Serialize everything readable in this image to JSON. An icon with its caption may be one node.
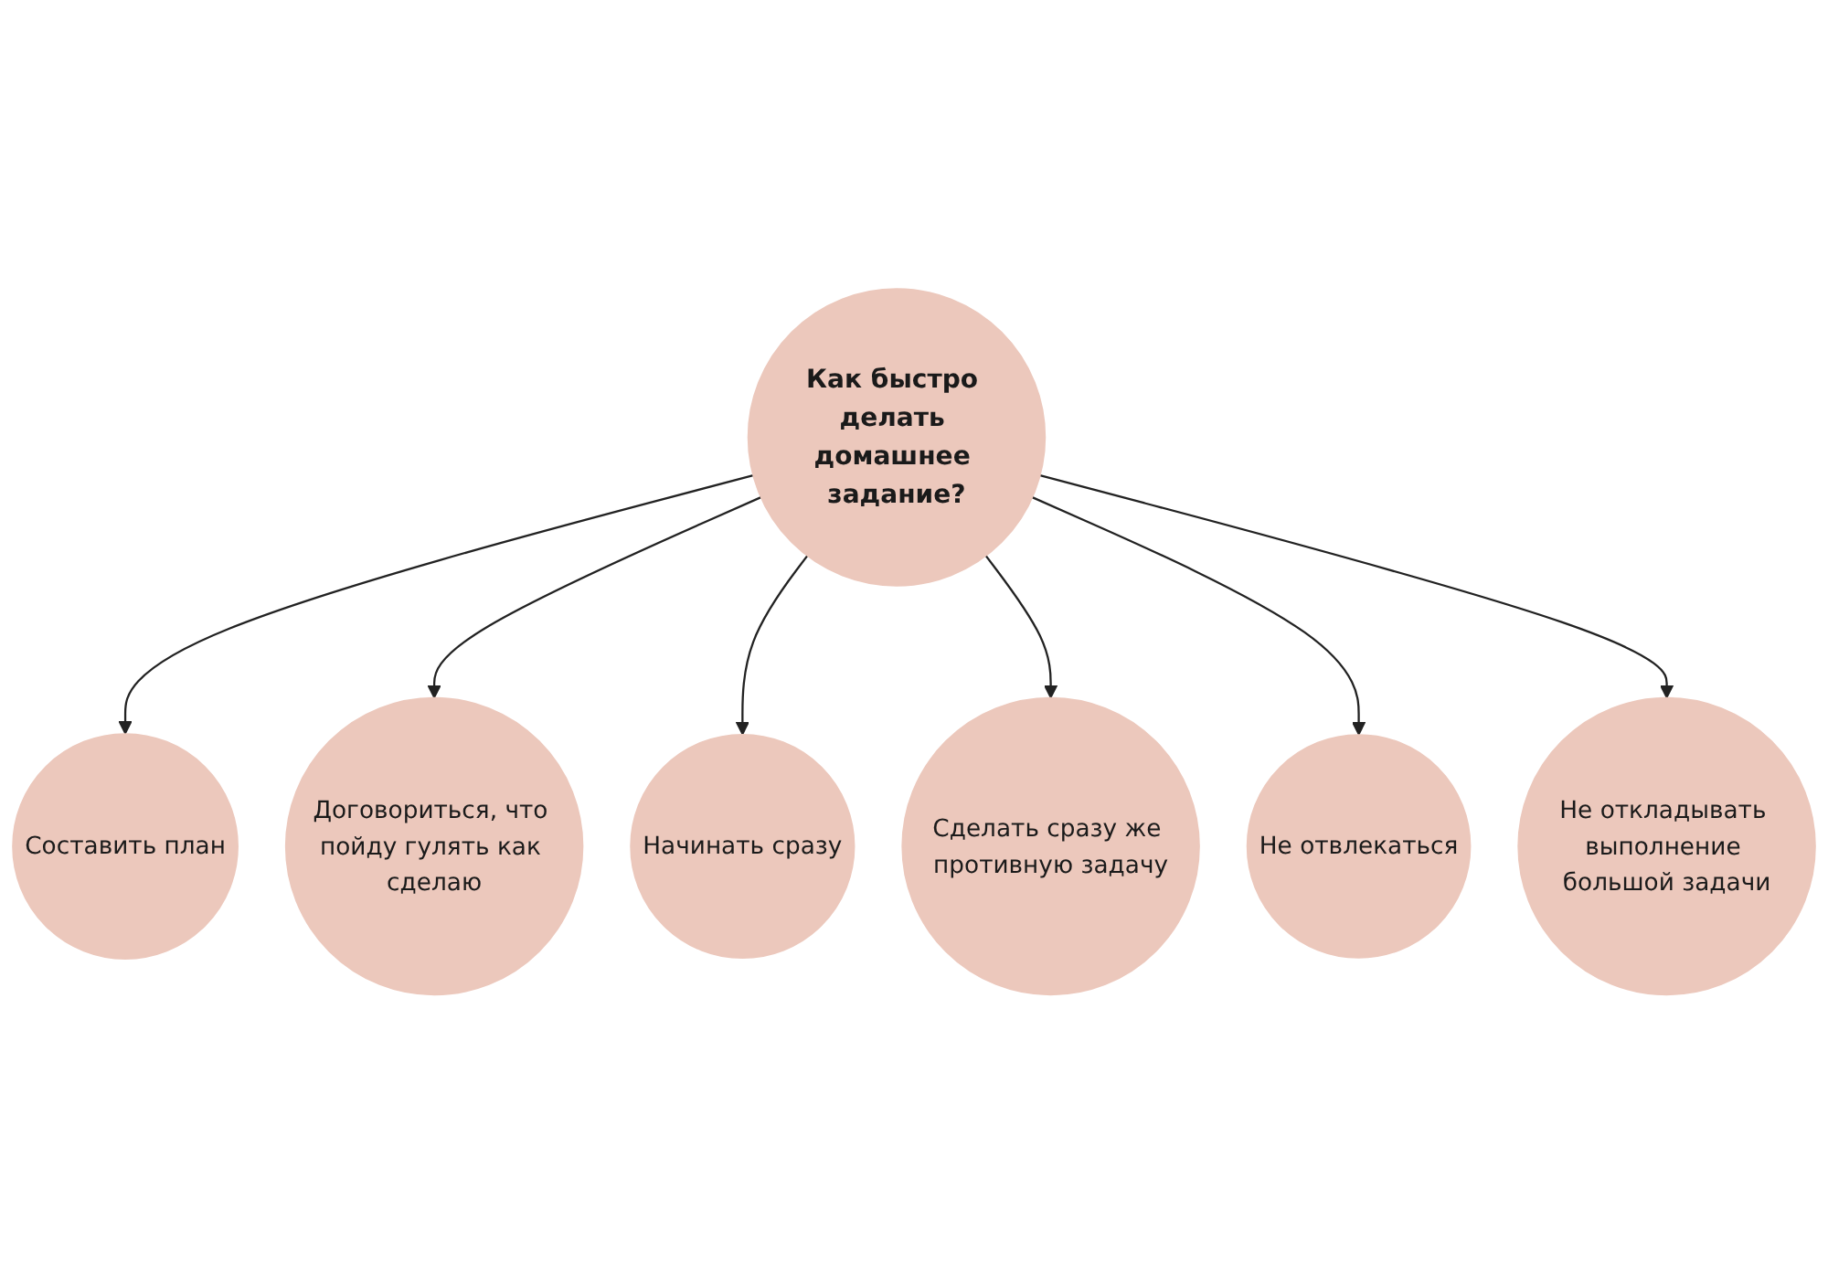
{
  "diagram": {
    "nodes": [
      {
        "text": [
          "Как быстро делать домашнее задание?"
        ]
      },
      {
        "text": [
          "Составить план"
        ]
      },
      {
        "text": [
          "Договориться, что пойду гулять как сделаю"
        ]
      },
      {
        "text": [
          "Начинать сразу"
        ]
      },
      {
        "text": [
          "Сделать сразу же противную задачу"
        ]
      },
      {
        "text": [
          "Не отвлекаться"
        ]
      },
      {
        "text": [
          "Не откладывать выполнение большой задачи"
        ]
      }
    ],
    "edges": [
      {
        "from": 0,
        "to": 1,
        "arrow": "to"
      },
      {
        "from": 0,
        "to": 2,
        "arrow": "to"
      },
      {
        "from": 0,
        "to": 3,
        "arrow": "to"
      },
      {
        "from": 0,
        "to": 4,
        "arrow": "to"
      },
      {
        "from": 0,
        "to": 5,
        "arrow": "to"
      },
      {
        "from": 0,
        "to": 6,
        "arrow": "to"
      }
    ]
  }
}
